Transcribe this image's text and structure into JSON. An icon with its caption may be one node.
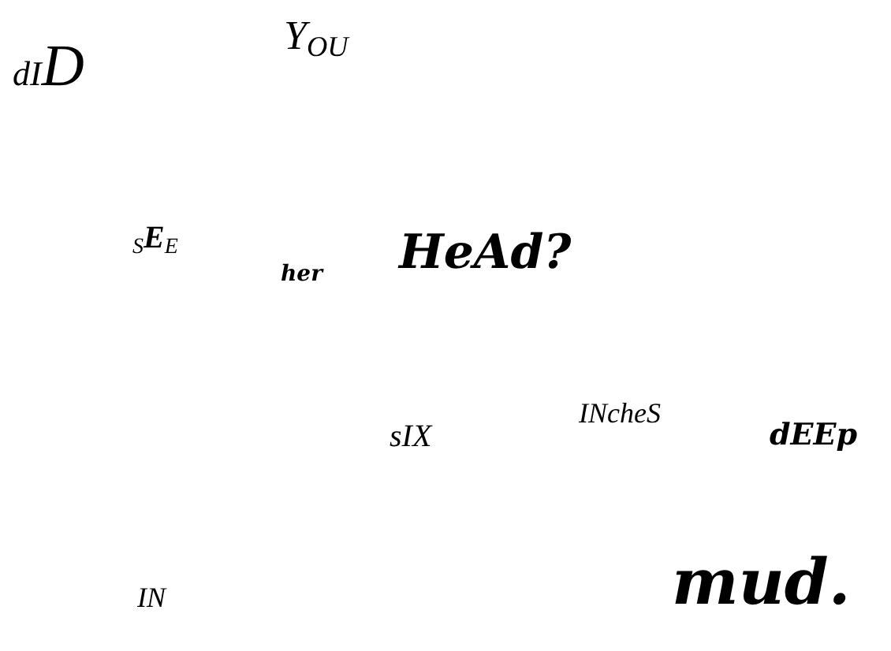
{
  "diagram": {
    "labels": [
      "dID",
      "Y$_{OU}$",
      "$_{S}$**E**$_{E}$",
      "her",
      "HeAd?",
      "sIX",
      "INcheS",
      "dEEp",
      "IN",
      "mud."
    ]
  }
}
